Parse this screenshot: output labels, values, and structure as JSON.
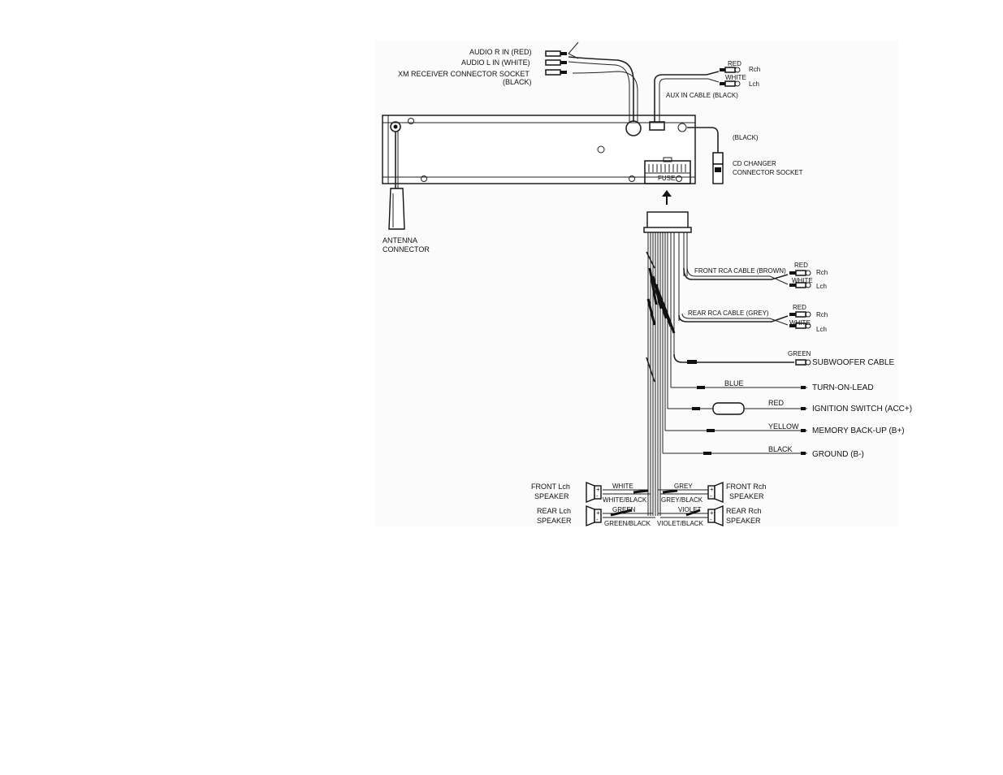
{
  "head_unit": {
    "audio_r_in": "AUDIO R IN (RED)",
    "audio_l_in": "AUDIO L IN (WHITE)",
    "xm_socket_line1": "XM RECEIVER CONNECTOR SOCKET",
    "xm_socket_line2": "(BLACK)",
    "aux_red": "RED",
    "aux_rch": "Rch",
    "aux_white": "WHITE",
    "aux_lch": "Lch",
    "aux_cable": "AUX IN CABLE (BLACK)",
    "cd_black": "(BLACK)",
    "cd_line1": "CD CHANGER",
    "cd_line2": "CONNECTOR SOCKET",
    "fuse": "FUSE",
    "antenna_line1": "ANTENNA",
    "antenna_line2": "CONNECTOR"
  },
  "harness": {
    "front_rca": "FRONT RCA CABLE (BROWN)",
    "front_red": "RED",
    "front_rch": "Rch",
    "front_white": "WHITE",
    "front_lch": "Lch",
    "rear_rca": "REAR RCA CABLE (GREY)",
    "rear_red": "RED",
    "rear_rch": "Rch",
    "rear_white": "WHITE",
    "rear_lch": "Lch",
    "sub_green": "GREEN",
    "sub_cable": "SUBWOOFER CABLE",
    "leads": [
      {
        "color": "BLUE",
        "function": "TURN-ON-LEAD"
      },
      {
        "color": "RED",
        "function": "IGNITION SWITCH (ACC+)"
      },
      {
        "color": "YELLOW",
        "function": "MEMORY BACK-UP (B+)"
      },
      {
        "color": "BLACK",
        "function": "GROUND (B-)"
      }
    ]
  },
  "speakers": {
    "front_lch_line1": "FRONT Lch",
    "front_lch_line2": "SPEAKER",
    "rear_lch_line1": "REAR Lch",
    "rear_lch_line2": "SPEAKER",
    "front_rch_line1": "FRONT Rch",
    "front_rch_line2": "SPEAKER",
    "rear_rch_line1": "REAR Rch",
    "rear_rch_line2": "SPEAKER",
    "wire_white": "WHITE",
    "wire_white_black": "WHITE/BLACK",
    "wire_green": "GREEN",
    "wire_green_black": "GREEN/BLACK",
    "wire_grey": "GREY",
    "wire_grey_black": "GREY/BLACK",
    "wire_violet": "VIOLET",
    "wire_violet_black": "VIOLET/BLACK"
  }
}
